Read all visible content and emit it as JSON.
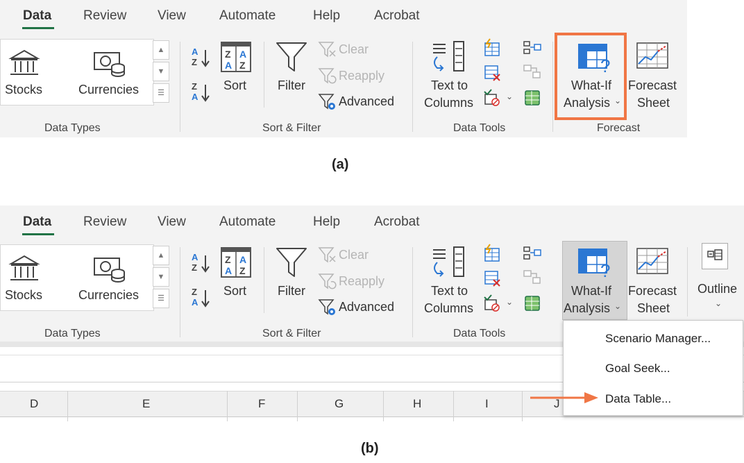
{
  "tabs": [
    "Data",
    "Review",
    "View",
    "Automate",
    "Help",
    "Acrobat"
  ],
  "data_types": {
    "stocks": "Stocks",
    "currencies": "Currencies",
    "group": "Data Types"
  },
  "sort_filter": {
    "sort": "Sort",
    "filter": "Filter",
    "clear": "Clear",
    "reapply": "Reapply",
    "advanced": "Advanced",
    "group": "Sort & Filter"
  },
  "data_tools": {
    "text_to": "Text to",
    "columns": "Columns",
    "group": "Data Tools"
  },
  "forecast": {
    "whatif_1": "What-If",
    "whatif_2": "Analysis",
    "sheet_1": "Forecast",
    "sheet_2": "Sheet",
    "group": "Forecast"
  },
  "outline": {
    "label": "Outline"
  },
  "menu": {
    "scenario": "Scenario Manager...",
    "goal": "Goal Seek...",
    "data_table": "Data Table..."
  },
  "columns": [
    "D",
    "E",
    "F",
    "G",
    "H",
    "I",
    "J"
  ],
  "captions": {
    "a": "(a)",
    "b": "(b)"
  },
  "colors": {
    "highlight": "#f07645",
    "accent_green": "#217346",
    "icon_blue": "#2b77d3"
  }
}
